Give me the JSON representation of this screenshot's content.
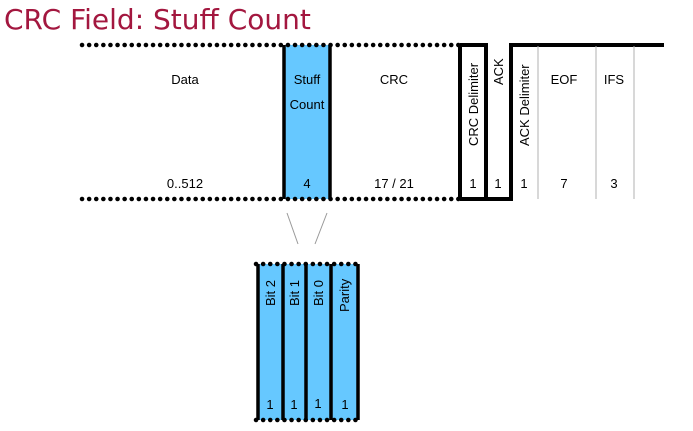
{
  "slide": {
    "title": "CRC Field: Stuff Count"
  },
  "frame": {
    "data": {
      "label": "Data",
      "size": "0..512"
    },
    "stuff_count": {
      "label_line1": "Stuff",
      "label_line2": "Count",
      "size": "4"
    },
    "crc": {
      "label": "CRC",
      "size": "17 / 21"
    },
    "crc_delimiter": {
      "label": "CRC Delimiter",
      "size": "1"
    },
    "ack": {
      "label": "ACK",
      "size": "1"
    },
    "ack_delimiter": {
      "label": "ACK Delimiter",
      "size": "1"
    },
    "eof": {
      "label": "EOF",
      "size": "7"
    },
    "ifs": {
      "label": "IFS",
      "size": "3"
    }
  },
  "stuff_count_bits": [
    {
      "label": "Bit 2",
      "size": "1"
    },
    {
      "label": "Bit 1",
      "size": "1"
    },
    {
      "label": "Bit 0",
      "size": "1"
    },
    {
      "label": "Parity",
      "size": "1"
    }
  ],
  "colors": {
    "title": "#a3173f",
    "highlight": "#66c8ff",
    "line": "#000000",
    "divider": "#b0b0b0"
  }
}
